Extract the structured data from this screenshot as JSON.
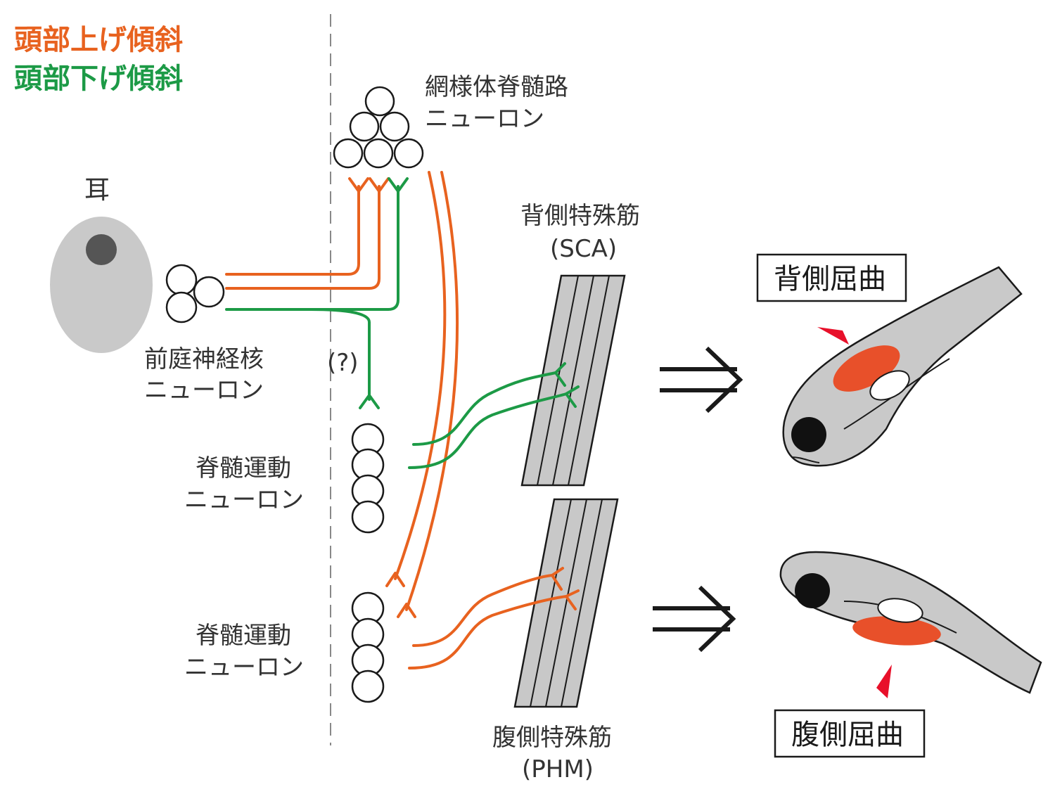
{
  "legend": {
    "head_up": "頭部上げ傾斜",
    "head_down": "頭部下げ傾斜",
    "head_up_color": "#e8621f",
    "head_down_color": "#1c9a46"
  },
  "labels": {
    "ear": "耳",
    "vestibular_line1": "前庭神経核",
    "vestibular_line2": "ニューロン",
    "reticulospinal_line1": "網様体脊髄路",
    "reticulospinal_line2": "ニューロン",
    "question": "(?)",
    "motor1_line1": "脊髄運動",
    "motor1_line2": "ニューロン",
    "motor2_line1": "脊髄運動",
    "motor2_line2": "ニューロン",
    "sca_line1": "背側特殊筋",
    "sca_line2": "(SCA)",
    "phm_line1": "腹側特殊筋",
    "phm_line2": "(PHM)"
  },
  "outcomes": {
    "dorsal_flexion": "背側屈曲",
    "ventral_flexion": "腹側屈曲",
    "highlight_color": "#e8502a",
    "marker_color": "#e8102a"
  }
}
